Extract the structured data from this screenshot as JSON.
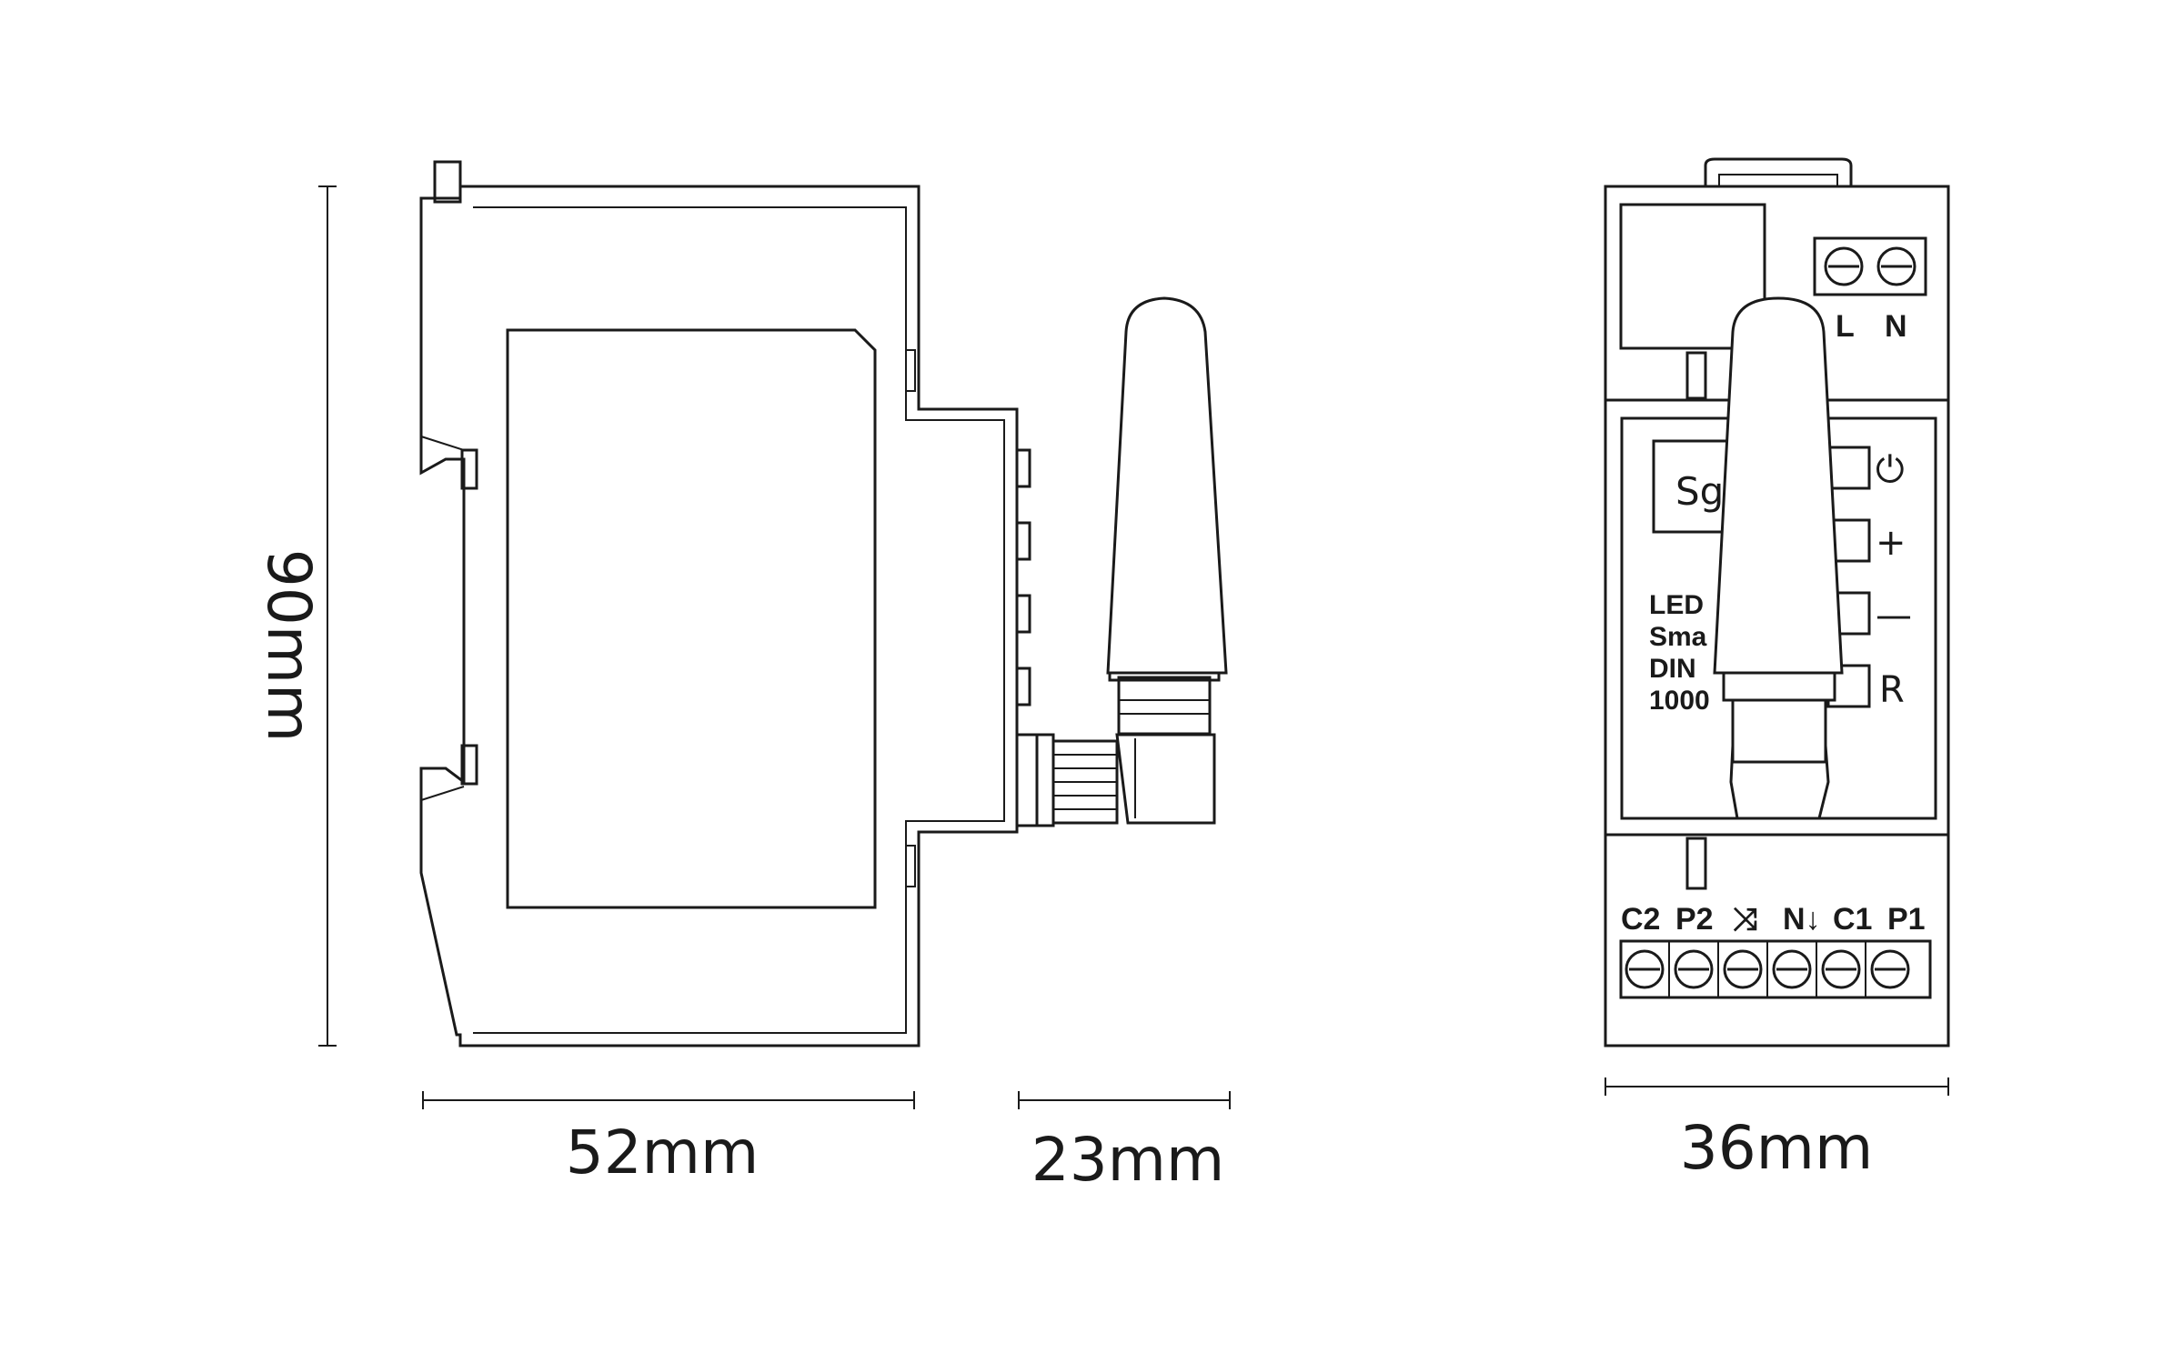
{
  "dimensions": {
    "height": "90mm",
    "depth": "52mm",
    "antenna": "23mm",
    "width": "36mm"
  },
  "front": {
    "top_terminals": [
      "L",
      "N"
    ],
    "bottom_terminals": [
      "C2",
      "P2",
      "⤨",
      "N↓",
      "C1",
      "P1"
    ],
    "buttons": [
      {
        "name": "power",
        "label": "⏻"
      },
      {
        "name": "plus",
        "label": "+"
      },
      {
        "name": "minus",
        "label": "—"
      },
      {
        "name": "reset",
        "label": "R"
      }
    ],
    "logo_text": "Sg",
    "product_lines": [
      "LED",
      "Sma",
      "DIN",
      "1000"
    ]
  }
}
